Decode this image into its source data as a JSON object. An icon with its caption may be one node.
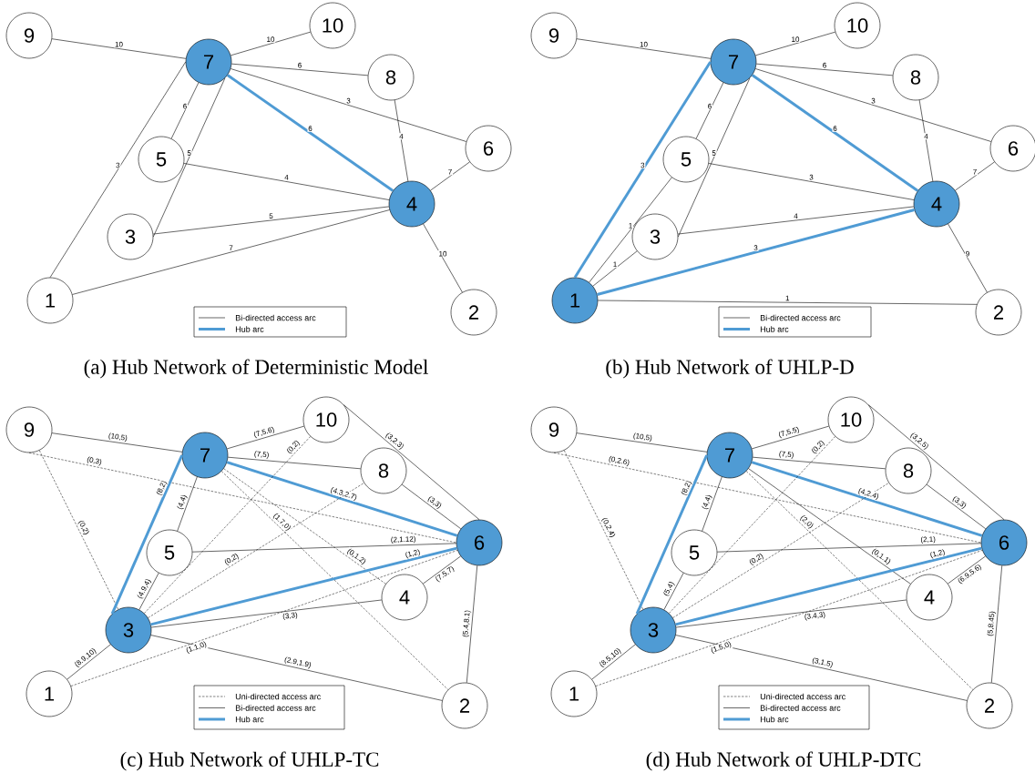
{
  "diagram": {
    "nodes": [
      {
        "text": [
          "1"
        ]
      },
      {
        "text": [
          "2"
        ]
      },
      {
        "text": [
          "3"
        ]
      },
      {
        "text": [
          "4"
        ]
      },
      {
        "text": [
          "5"
        ]
      },
      {
        "text": [
          "6"
        ]
      },
      {
        "text": [
          "7"
        ]
      },
      {
        "text": [
          "8"
        ]
      },
      {
        "text": [
          "9"
        ]
      },
      {
        "text": [
          "10"
        ]
      },
      {
        "text": [
          "1"
        ]
      },
      {
        "text": [
          "2"
        ]
      },
      {
        "text": [
          "3"
        ]
      },
      {
        "text": [
          "4"
        ]
      },
      {
        "text": [
          "5"
        ]
      },
      {
        "text": [
          "6"
        ]
      },
      {
        "text": [
          "7"
        ]
      },
      {
        "text": [
          "8"
        ]
      },
      {
        "text": [
          "9"
        ]
      },
      {
        "text": [
          "10"
        ]
      },
      {
        "text": [
          "1"
        ]
      },
      {
        "text": [
          "2"
        ]
      },
      {
        "text": [
          "3"
        ]
      },
      {
        "text": [
          "4"
        ]
      },
      {
        "text": [
          "5"
        ]
      },
      {
        "text": [
          "6"
        ]
      },
      {
        "text": [
          "7"
        ]
      },
      {
        "text": [
          "8"
        ]
      },
      {
        "text": [
          "9"
        ]
      },
      {
        "text": [
          "10"
        ]
      },
      {
        "text": [
          "1"
        ]
      },
      {
        "text": [
          "2"
        ]
      },
      {
        "text": [
          "3"
        ]
      },
      {
        "text": [
          "4"
        ]
      },
      {
        "text": [
          "5"
        ]
      },
      {
        "text": [
          "6"
        ]
      },
      {
        "text": [
          "7"
        ]
      },
      {
        "text": [
          "8"
        ]
      },
      {
        "text": [
          "9"
        ]
      },
      {
        "text": [
          "10"
        ]
      }
    ],
    "edges": [
      {
        "from": 8,
        "to": 6,
        "arrow": "none",
        "label": "10"
      },
      {
        "from": 6,
        "to": 9,
        "arrow": "none",
        "label": "10"
      },
      {
        "from": 6,
        "to": 7,
        "arrow": "none",
        "label": "6"
      },
      {
        "from": 6,
        "to": 5,
        "arrow": "none",
        "label": "3"
      },
      {
        "from": 6,
        "to": 3,
        "arrow": "none",
        "label": "6",
        "style": "thick",
        "color": "#4f9bd4"
      },
      {
        "from": 6,
        "to": 4,
        "arrow": "none",
        "label": "6"
      },
      {
        "from": 6,
        "to": 2,
        "arrow": "none",
        "label": "5"
      },
      {
        "from": 6,
        "to": 0,
        "arrow": "none",
        "label": "3"
      },
      {
        "from": 7,
        "to": 3,
        "arrow": "none",
        "label": "4"
      },
      {
        "from": 4,
        "to": 3,
        "arrow": "none",
        "label": "4"
      },
      {
        "from": 2,
        "to": 3,
        "arrow": "none",
        "label": "5"
      },
      {
        "from": 3,
        "to": 5,
        "arrow": "none",
        "label": "7"
      },
      {
        "from": 0,
        "to": 3,
        "arrow": "none",
        "label": "7"
      },
      {
        "from": 3,
        "to": 1,
        "arrow": "none",
        "label": "10"
      },
      {
        "from": 18,
        "to": 16,
        "arrow": "none",
        "label": "10"
      },
      {
        "from": 16,
        "to": 19,
        "arrow": "none",
        "label": "10"
      },
      {
        "from": 16,
        "to": 17,
        "arrow": "none",
        "label": "6"
      },
      {
        "from": 16,
        "to": 15,
        "arrow": "none",
        "label": "3"
      },
      {
        "from": 16,
        "to": 13,
        "arrow": "none",
        "label": "6",
        "style": "thick",
        "color": "#4f9bd4"
      },
      {
        "from": 16,
        "to": 14,
        "arrow": "none",
        "label": "6"
      },
      {
        "from": 16,
        "to": 12,
        "arrow": "none",
        "label": "5"
      },
      {
        "from": 10,
        "to": 16,
        "arrow": "none",
        "label": "3",
        "style": "thick",
        "color": "#4f9bd4"
      },
      {
        "from": 10,
        "to": 14,
        "arrow": "none",
        "label": "1"
      },
      {
        "from": 10,
        "to": 12,
        "arrow": "none",
        "label": "1"
      },
      {
        "from": 14,
        "to": 13,
        "arrow": "none",
        "label": "3"
      },
      {
        "from": 12,
        "to": 13,
        "arrow": "none",
        "label": "4"
      },
      {
        "from": 10,
        "to": 13,
        "arrow": "none",
        "label": "3",
        "style": "thick",
        "color": "#4f9bd4"
      },
      {
        "from": 10,
        "to": 11,
        "arrow": "none",
        "label": "1"
      },
      {
        "from": 17,
        "to": 13,
        "arrow": "none",
        "label": "4"
      },
      {
        "from": 13,
        "to": 15,
        "arrow": "none",
        "label": "7"
      },
      {
        "from": 13,
        "to": 11,
        "arrow": "none",
        "label": "9"
      },
      {
        "from": 28,
        "to": 26,
        "arrow": "none",
        "label": "(10,5)"
      },
      {
        "from": 26,
        "to": 29,
        "arrow": "none",
        "label": "(7,5.6)"
      },
      {
        "from": 29,
        "to": 25,
        "arrow": "none",
        "label": "(3,2.3)"
      },
      {
        "from": 26,
        "to": 27,
        "arrow": "none",
        "label": "(7,5)"
      },
      {
        "from": 27,
        "to": 25,
        "arrow": "none",
        "label": "(3,3)"
      },
      {
        "from": 26,
        "to": 25,
        "arrow": "none",
        "label": "(4.3,2.7)",
        "style": "thick",
        "color": "#4f9bd4"
      },
      {
        "from": 28,
        "to": 25,
        "arrow": "none",
        "label": "(0,3)",
        "style": "dashed"
      },
      {
        "from": 28,
        "to": 22,
        "arrow": "none",
        "label": "(0,2)",
        "style": "dashed"
      },
      {
        "from": 22,
        "to": 26,
        "arrow": "none",
        "label": "(8,2)",
        "style": "thick",
        "color": "#4f9bd4"
      },
      {
        "from": 26,
        "to": 24,
        "arrow": "none",
        "label": "(4,4)"
      },
      {
        "from": 24,
        "to": 22,
        "arrow": "none",
        "label": "(4.9,4)"
      },
      {
        "from": 26,
        "to": 23,
        "arrow": "none",
        "label": "(0,1.2)",
        "style": "dashed"
      },
      {
        "from": 26,
        "to": 21,
        "arrow": "none",
        "label": "(1.7,0)",
        "style": "dashed"
      },
      {
        "from": 22,
        "to": 29,
        "arrow": "none",
        "label": "(0,2)",
        "style": "dashed"
      },
      {
        "from": 22,
        "to": 27,
        "arrow": "none",
        "label": "(0,2)",
        "style": "dashed"
      },
      {
        "from": 24,
        "to": 25,
        "arrow": "none",
        "label": "(2,1.12)"
      },
      {
        "from": 22,
        "to": 25,
        "arrow": "none",
        "label": "(1,2)",
        "style": "thick",
        "color": "#4f9bd4"
      },
      {
        "from": 22,
        "to": 23,
        "arrow": "none",
        "label": "(3,3)"
      },
      {
        "from": 23,
        "to": 25,
        "arrow": "none",
        "label": "(7.5,7)"
      },
      {
        "from": 25,
        "to": 21,
        "arrow": "none",
        "label": "(5.4,8.1)"
      },
      {
        "from": 22,
        "to": 21,
        "arrow": "none",
        "label": "(2.9,1.9)"
      },
      {
        "from": 22,
        "to": 20,
        "arrow": "none",
        "label": "(8.9,10)"
      },
      {
        "from": 20,
        "to": 25,
        "arrow": "none",
        "label": "(1.1,0)",
        "style": "dashed"
      },
      {
        "from": 38,
        "to": 36,
        "arrow": "none",
        "label": "(10,5)"
      },
      {
        "from": 36,
        "to": 39,
        "arrow": "none",
        "label": "(7,5.5)"
      },
      {
        "from": 39,
        "to": 35,
        "arrow": "none",
        "label": "(3,2.5)"
      },
      {
        "from": 36,
        "to": 37,
        "arrow": "none",
        "label": "(7,5)"
      },
      {
        "from": 37,
        "to": 35,
        "arrow": "none",
        "label": "(3,3)"
      },
      {
        "from": 36,
        "to": 35,
        "arrow": "none",
        "label": "(4,2.4)",
        "style": "thick",
        "color": "#4f9bd4"
      },
      {
        "from": 38,
        "to": 35,
        "arrow": "none",
        "label": "(0,2.6)",
        "style": "dashed"
      },
      {
        "from": 38,
        "to": 32,
        "arrow": "none",
        "label": "(0,2.4)",
        "style": "dashed"
      },
      {
        "from": 32,
        "to": 36,
        "arrow": "none",
        "label": "(8,2)",
        "style": "thick",
        "color": "#4f9bd4"
      },
      {
        "from": 36,
        "to": 34,
        "arrow": "none",
        "label": "(4,4)"
      },
      {
        "from": 34,
        "to": 32,
        "arrow": "none",
        "label": "(5,4)"
      },
      {
        "from": 36,
        "to": 33,
        "arrow": "none",
        "label": "(0,1.1)"
      },
      {
        "from": 36,
        "to": 31,
        "arrow": "none",
        "label": "(2,0)",
        "style": "dashed"
      },
      {
        "from": 32,
        "to": 39,
        "arrow": "none",
        "label": "(0,2)",
        "style": "dashed"
      },
      {
        "from": 32,
        "to": 37,
        "arrow": "none",
        "label": "(0,2)",
        "style": "dashed"
      },
      {
        "from": 34,
        "to": 35,
        "arrow": "none",
        "label": "(2,1)"
      },
      {
        "from": 32,
        "to": 35,
        "arrow": "none",
        "label": "(1,2)",
        "style": "thick",
        "color": "#4f9bd4"
      },
      {
        "from": 32,
        "to": 33,
        "arrow": "none",
        "label": "(3.4,3)"
      },
      {
        "from": 33,
        "to": 35,
        "arrow": "none",
        "label": "(6.9,5.6)"
      },
      {
        "from": 35,
        "to": 31,
        "arrow": "none",
        "label": "(5,8.45)"
      },
      {
        "from": 32,
        "to": 31,
        "arrow": "none",
        "label": "(3,1.5)"
      },
      {
        "from": 32,
        "to": 30,
        "arrow": "none",
        "label": "(8.5,10)"
      },
      {
        "from": 30,
        "to": 35,
        "arrow": "none",
        "label": "(1.5,0)",
        "style": "dashed"
      }
    ],
    "labels": [
      "(a) Hub Network of Deterministic Model",
      "(b) Hub Network of UHLP-D",
      "(c) Hub Network of UHLP-TC",
      "(d) Hub Network of UHLP-DTC"
    ],
    "legend": [
      {
        "text": "Bi-directed access arc"
      },
      {
        "text": "Hub arc"
      },
      {
        "text": "Bi-directed access arc"
      },
      {
        "text": "Hub arc"
      },
      {
        "text": "Uni-directed access arc"
      },
      {
        "text": "Bi-directed access arc"
      },
      {
        "text": "Hub arc"
      },
      {
        "text": "Uni-directed access arc"
      },
      {
        "text": "Bi-directed access arc"
      },
      {
        "text": "Hub arc"
      }
    ]
  }
}
